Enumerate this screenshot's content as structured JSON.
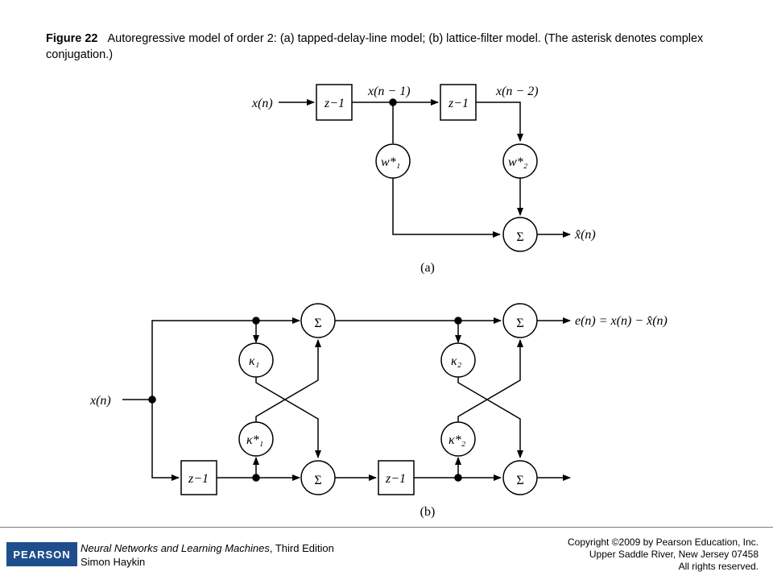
{
  "caption": {
    "figure_number": "Figure 22",
    "text": "Autoregressive model of order 2: (a) tapped-delay-line model; (b) lattice-filter model. (The asterisk denotes complex conjugation.)"
  },
  "diagram_a": {
    "input": "x(n)",
    "delay": "z−1",
    "tap1": "x(n − 1)",
    "tap2": "x(n − 2)",
    "weight1": "w*₁",
    "weight2": "w*₂",
    "sum": "Σ",
    "output": "x̂(n)",
    "label": "(a)"
  },
  "diagram_b": {
    "input": "x(n)",
    "kappa1": "κ₁",
    "kappa2": "κ₂",
    "kappa1_conj": "κ*₁",
    "kappa2_conj": "κ*₂",
    "delay": "z−1",
    "sum": "Σ",
    "output": "e(n) = x(n) − x̂(n)",
    "label": "(b)"
  },
  "footer": {
    "logo": "PEARSON",
    "book_title": "Neural Networks and Learning Machines",
    "edition": ", Third Edition",
    "author": "Simon Haykin",
    "copyright_line1": "Copyright ©2009 by Pearson Education, Inc.",
    "copyright_line2": "Upper Saddle River, New Jersey 07458",
    "copyright_line3": "All rights reserved."
  }
}
